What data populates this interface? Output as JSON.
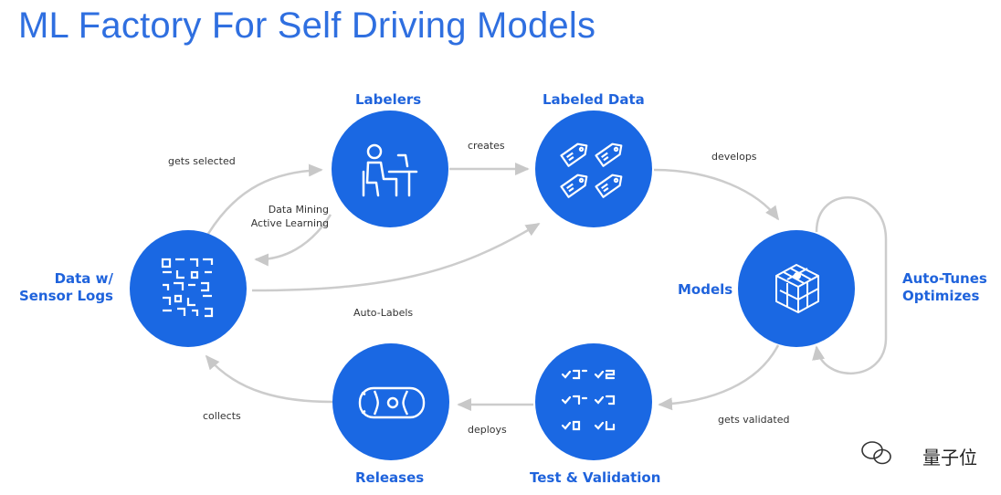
{
  "title": "ML Factory For Self Driving Models",
  "colors": {
    "node_fill": "#1a68e3",
    "node_text": "#1f63dc",
    "arrow": "#c8c8c8"
  },
  "nodes": {
    "labelers": "Labelers",
    "labeled_data": "Labeled Data",
    "models": "Models",
    "test_validation": "Test & Validation",
    "releases": "Releases",
    "data_sensor_logs": [
      "Data w/",
      "Sensor Logs"
    ]
  },
  "edges": {
    "gets_selected": "gets selected",
    "creates": "creates",
    "develops": "develops",
    "data_mining": [
      "Data Mining",
      "Active Learning"
    ],
    "auto_labels": "Auto-Labels",
    "auto_tunes": [
      "Auto-Tunes",
      "Optimizes"
    ],
    "gets_validated": "gets validated",
    "deploys": "deploys",
    "collects": "collects"
  },
  "icons": {
    "labelers": "person-at-desk-icon",
    "labeled_data": "price-tags-icon",
    "models": "3d-cube-grid-icon",
    "test_validation": "checklist-icon",
    "releases": "car-top-view-icon",
    "data_sensor_logs": "qr-grid-icon"
  },
  "watermark": "量子位"
}
